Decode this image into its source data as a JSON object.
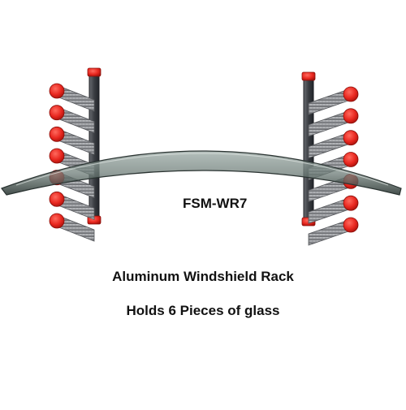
{
  "product": {
    "code": "FSM-WR7",
    "title": "Aluminum Windshield Rack",
    "subtitle": "Holds 6 Pieces of glass"
  },
  "colors": {
    "background": "#ffffff",
    "arm": "#8a8c90",
    "bracket": "#3a3d42",
    "cap": "#e8271f",
    "glass": "#3f4a47"
  },
  "illustration": {
    "arms_per_side": 7
  }
}
